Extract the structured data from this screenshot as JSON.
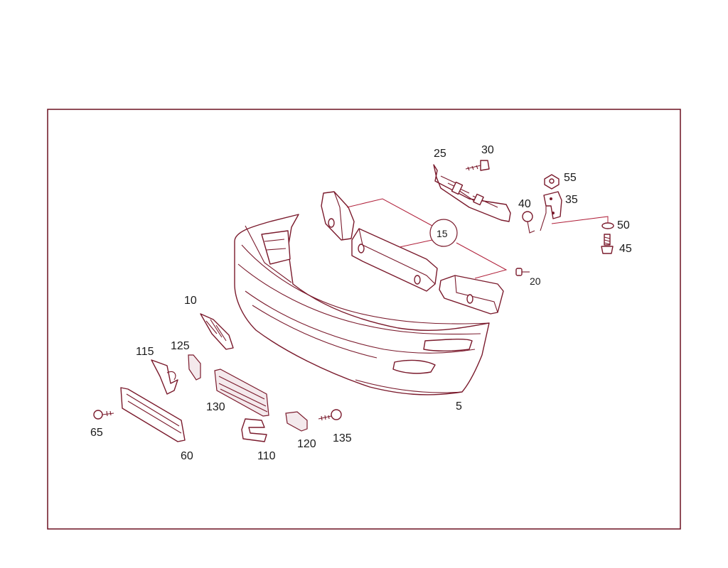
{
  "diagram": {
    "colors": {
      "frame": "#6b1020",
      "line": "#7a1a2c",
      "leader": "#b0203a",
      "text": "#1a1a1a"
    },
    "callouts": [
      {
        "id": "5",
        "label": "5"
      },
      {
        "id": "10",
        "label": "10"
      },
      {
        "id": "15",
        "label": "15"
      },
      {
        "id": "20",
        "label": "20"
      },
      {
        "id": "25",
        "label": "25"
      },
      {
        "id": "30",
        "label": "30"
      },
      {
        "id": "35",
        "label": "35"
      },
      {
        "id": "40",
        "label": "40"
      },
      {
        "id": "45",
        "label": "45"
      },
      {
        "id": "50",
        "label": "50"
      },
      {
        "id": "55",
        "label": "55"
      },
      {
        "id": "60",
        "label": "60"
      },
      {
        "id": "65",
        "label": "65"
      },
      {
        "id": "110",
        "label": "110"
      },
      {
        "id": "115",
        "label": "115"
      },
      {
        "id": "120",
        "label": "120"
      },
      {
        "id": "125",
        "label": "125"
      },
      {
        "id": "130",
        "label": "130"
      },
      {
        "id": "135",
        "label": "135"
      }
    ]
  }
}
